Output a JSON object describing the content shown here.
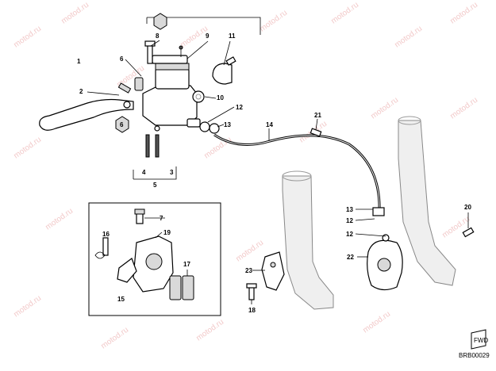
{
  "watermark": "motod.ru",
  "diagram_code": "BRB00029",
  "fwd_label": "FWD",
  "callouts": {
    "n1": "1",
    "n2": "2",
    "n3": "3",
    "n4": "4",
    "n5": "5",
    "n6a": "6",
    "n6b": "6",
    "n7": "7",
    "n8": "8",
    "n9": "9",
    "n10": "10",
    "n11": "11",
    "n12a": "12",
    "n12b": "12",
    "n12c": "12",
    "n13a": "13",
    "n13b": "13",
    "n14": "14",
    "n15": "15",
    "n16": "16",
    "n17": "17",
    "n18": "18",
    "n19": "19",
    "n20": "20",
    "n21": "21",
    "n22": "22",
    "n23": "23"
  }
}
